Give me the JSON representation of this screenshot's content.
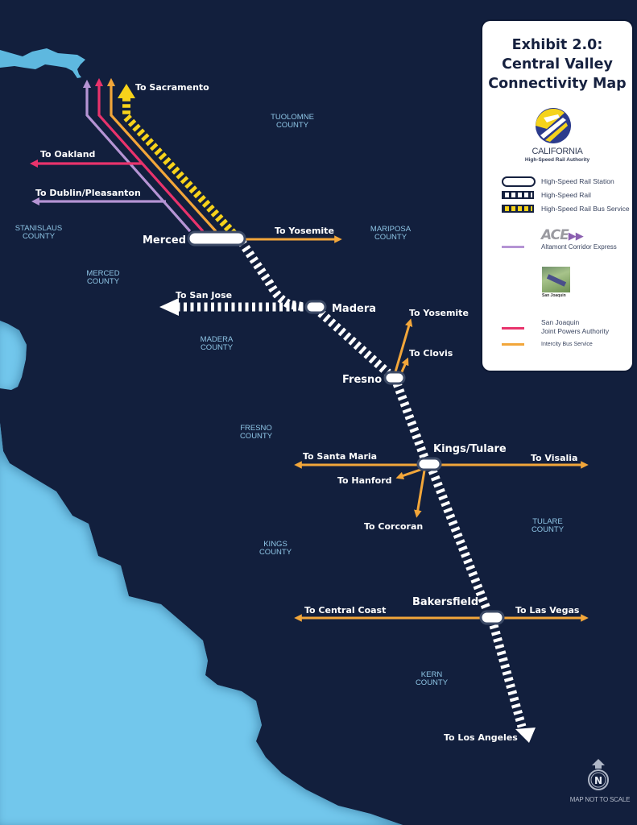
{
  "title": {
    "line1": "Exhibit 2.0:",
    "line2": "Central Valley",
    "line3": "Connectivity Map"
  },
  "logo": {
    "name": "CALIFORNIA",
    "subtitle": "High-Speed Rail Authority"
  },
  "legend": {
    "items": [
      {
        "label": "High-Speed Rail Station",
        "icon": "station-icon"
      },
      {
        "label": "High-Speed Rail",
        "icon": "rail-track-icon"
      },
      {
        "label": "High-Speed Rail Bus Service",
        "icon": "bus-track-icon"
      },
      {
        "label": "Altamont Corridor Express",
        "brand": "ACE",
        "color": "#b594d4"
      },
      {
        "label_line1": "San Joaquin",
        "label_line2": "Joint Powers Authority",
        "brand": "San Joaquin",
        "color": "#e8336c"
      },
      {
        "label": "Intercity Bus Service",
        "color": "#f2a63a"
      }
    ]
  },
  "colors": {
    "background": "#121f3d",
    "water": "#72c7ec",
    "hsr": "#ffffff",
    "hsr_bus": "#f7d21a",
    "ace": "#b594d4",
    "san_joaquin": "#e8336c",
    "intercity_bus": "#f2a63a"
  },
  "stations": {
    "merced": "Merced",
    "madera": "Madera",
    "fresno": "Fresno",
    "kings_tulare": "Kings/Tulare",
    "bakersfield": "Bakersfield"
  },
  "destinations": {
    "sacramento": "To Sacramento",
    "oakland": "To Oakland",
    "dublin": "To Dublin/Pleasanton",
    "yosemite_merced": "To Yosemite",
    "san_jose": "To San Jose",
    "yosemite_fresno": "To Yosemite",
    "clovis": "To Clovis",
    "santa_maria": "To Santa Maria",
    "visalia": "To Visalia",
    "hanford": "To Hanford",
    "corcoran": "To Corcoran",
    "central_coast": "To Central Coast",
    "las_vegas": "To Las Vegas",
    "los_angeles": "To Los Angeles"
  },
  "counties": {
    "tuolumne": [
      "TUOLOMNE",
      "COUNTY"
    ],
    "stanislaus": [
      "STANISLAUS",
      "COUNTY"
    ],
    "mariposa": [
      "MARIPOSA",
      "COUNTY"
    ],
    "merced": [
      "MERCED",
      "COUNTY"
    ],
    "madera": [
      "MADERA",
      "COUNTY"
    ],
    "fresno": [
      "FRESNO",
      "COUNTY"
    ],
    "kings": [
      "KINGS",
      "COUNTY"
    ],
    "tulare": [
      "TULARE",
      "COUNTY"
    ],
    "kern": [
      "KERN",
      "COUNTY"
    ]
  },
  "compass": {
    "letter": "N",
    "note": "MAP NOT TO SCALE"
  }
}
